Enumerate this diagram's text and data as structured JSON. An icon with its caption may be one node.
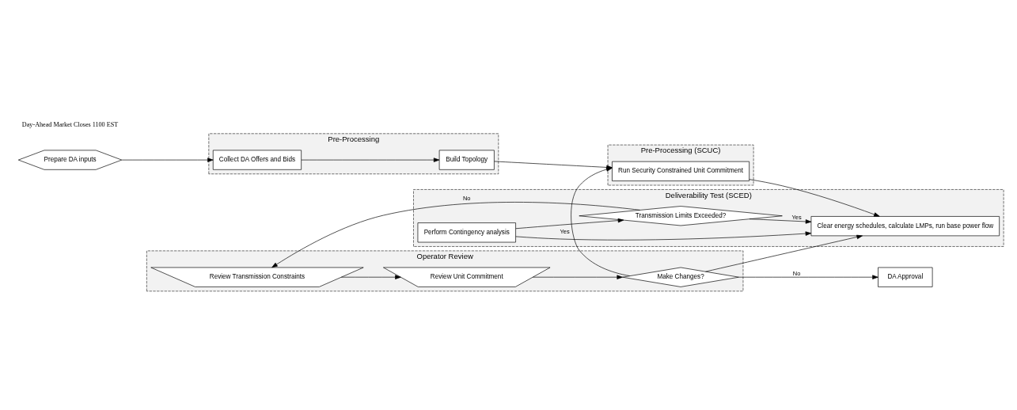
{
  "diagram": {
    "nodes": [
      {
        "text": [
          "Pre-Processing"
        ]
      },
      {
        "text": [
          "Collect DA Offers and Bids"
        ],
        "in": 0
      },
      {
        "text": [
          "Build Topology"
        ],
        "in": 0
      },
      {
        "text": [
          "Pre-Processing (SCUC)"
        ]
      },
      {
        "text": [
          "Run Security Constrained Unit Commitment"
        ],
        "in": 3
      },
      {
        "text": [
          "Deliverability Test (SCED)"
        ]
      },
      {
        "text": [
          "Clear energy schedules, calculate LMPs, run base power flow"
        ],
        "in": 5
      },
      {
        "text": [
          "Transmission Limits Exceeded?"
        ],
        "in": 5
      },
      {
        "text": [
          "Perform Contingency analysis"
        ],
        "in": 5
      },
      {
        "text": [
          "Operator Review"
        ]
      },
      {
        "text": [
          "Make Changes?"
        ],
        "in": 9
      },
      {
        "text": [
          "Review Transmission Constraints"
        ],
        "in": 9
      },
      {
        "text": [
          "Review Unit Commitment"
        ],
        "in": 9
      },
      {
        "text": [
          "Prepare DA inputs"
        ]
      },
      {
        "text": [
          "DA Approval"
        ]
      }
    ],
    "edges": [
      {
        "from": 13,
        "to": 1,
        "arrow": "to"
      },
      {
        "from": 1,
        "to": 2,
        "arrow": "to"
      },
      {
        "from": 2,
        "to": 4,
        "arrow": "to"
      },
      {
        "from": 4,
        "to": 6,
        "arrow": "to"
      },
      {
        "from": 7,
        "to": 6,
        "arrow": "to",
        "label": "Yes"
      },
      {
        "from": 8,
        "to": 6,
        "arrow": "to"
      },
      {
        "from": 8,
        "to": 7,
        "arrow": "to"
      },
      {
        "from": 7,
        "to": 11,
        "arrow": "to",
        "label": "No"
      },
      {
        "from": 11,
        "to": 12,
        "arrow": "to"
      },
      {
        "from": 12,
        "to": 10,
        "arrow": "to"
      },
      {
        "from": 10,
        "to": 4,
        "arrow": "to",
        "label": "Yes"
      },
      {
        "from": 10,
        "to": 6,
        "arrow": "to"
      },
      {
        "from": 10,
        "to": 14,
        "arrow": "to",
        "label": "No"
      }
    ],
    "labels": [
      "Day-Ahead Market Closes 1100 EST"
    ]
  }
}
